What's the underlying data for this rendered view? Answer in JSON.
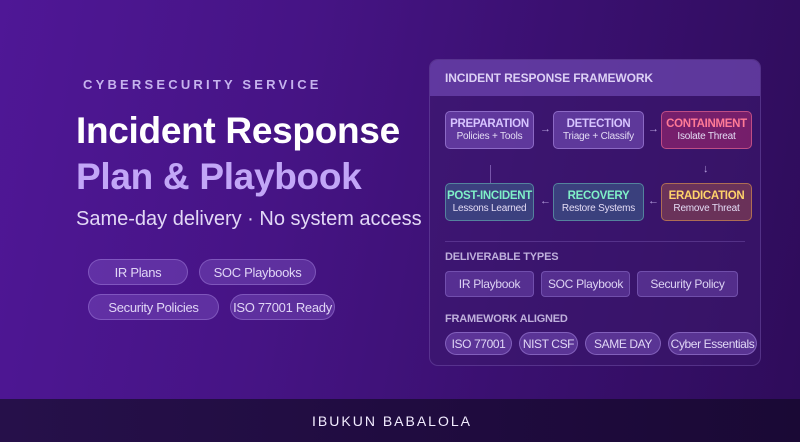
{
  "hero": {
    "eyebrow": "CYBERSECURITY SERVICE",
    "title_line1": "Incident Response",
    "title_line2": "Plan & Playbook",
    "subtitle": "Same-day delivery · No system access",
    "pills": [
      "IR Plans",
      "SOC Playbooks",
      "Security Policies",
      "ISO 77001 Ready"
    ]
  },
  "card": {
    "title": "INCIDENT RESPONSE FRAMEWORK",
    "stages": [
      {
        "name": "PREPARATION",
        "desc": "Policies + Tools",
        "color": "#d7c4ff"
      },
      {
        "name": "DETECTION",
        "desc": "Triage + Classify",
        "color": "#d7c4ff"
      },
      {
        "name": "CONTAINMENT",
        "desc": "Isolate Threat",
        "color": "#ff7a96"
      },
      {
        "name": "ERADICATION",
        "desc": "Remove Threat",
        "color": "#ffd36a"
      },
      {
        "name": "RECOVERY",
        "desc": "Restore Systems",
        "color": "#7ff0c8"
      },
      {
        "name": "POST-INCIDENT",
        "desc": "Lessons Learned",
        "color": "#7ff0c8"
      }
    ],
    "arrows": {
      "right": "→",
      "left": "←",
      "down": "↓"
    },
    "deliverables_label": "DELIVERABLE TYPES",
    "deliverables": [
      "IR Playbook",
      "SOC Playbook",
      "Security Policy"
    ],
    "frameworks_label": "FRAMEWORK ALIGNED",
    "frameworks": [
      "ISO 77001",
      "NIST CSF",
      "SAME DAY",
      "Cyber Essentials"
    ]
  },
  "footer": {
    "name": "IBUKUN BABALOLA"
  }
}
